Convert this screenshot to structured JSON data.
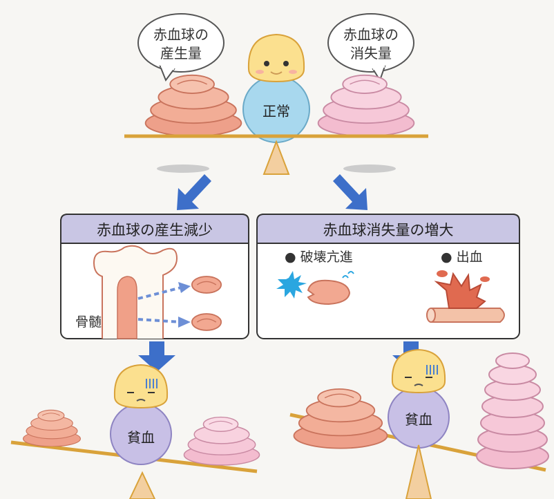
{
  "top": {
    "bubble_left": [
      "赤血球の",
      "産生量"
    ],
    "bubble_right": [
      "赤血球の",
      "消失量"
    ],
    "status": "正常"
  },
  "panel_left": {
    "title": "赤血球の産生減少",
    "bone_label": "骨髄"
  },
  "panel_right": {
    "title": "赤血球消失量の増大",
    "item1": "● 破壊亢進",
    "item2": "● 出血"
  },
  "bottom_left": {
    "status": "貧血"
  },
  "bottom_right": {
    "status": "貧血"
  },
  "colors": {
    "beam": "#d9a23a",
    "arrow": "#3d6fc9",
    "ball_normal": "#a8d8ee",
    "ball_anemia": "#c8c0e6",
    "rbc_orange": "#f2a891",
    "rbc_pink": "#f6c6d8",
    "panel_header": "#c9c6e4"
  }
}
